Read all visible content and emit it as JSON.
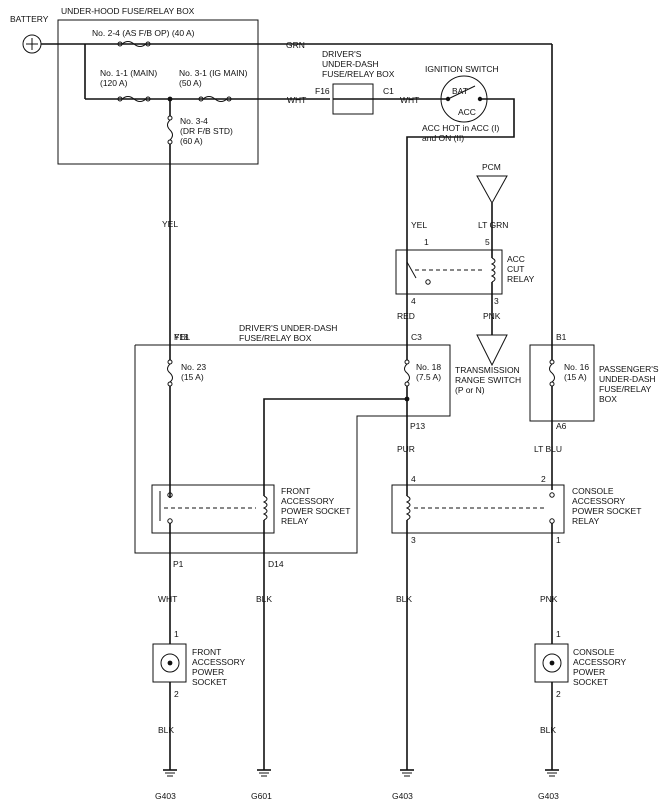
{
  "battery": "BATTERY",
  "underhood_box": "UNDER-HOOD FUSE/RELAY BOX",
  "fuse_24": [
    "No. 2-4 (AS F/B OP) (40 A)"
  ],
  "fuse_11": [
    "No. 1-1 (MAIN)",
    "(120 A)"
  ],
  "fuse_31": [
    "No. 3-1 (IG MAIN)",
    "(50 A)"
  ],
  "fuse_34": [
    "No. 3-4",
    "(DR F/B STD)",
    "(60 A)"
  ],
  "drv_box_top": [
    "DRIVER'S",
    "UNDER-DASH",
    "FUSE/RELAY BOX"
  ],
  "ign_switch": "IGNITION SWITCH",
  "bat": "BAT",
  "acc": "ACC",
  "acc_hot": [
    "ACC HOT in ACC (I)",
    "and ON (II)"
  ],
  "pcm": "PCM",
  "acc_relay": [
    "ACC",
    "CUT",
    "RELAY"
  ],
  "drv_box_mid": [
    "DRIVER'S UNDER-DASH",
    "FUSE/RELAY BOX"
  ],
  "fuse_23": [
    "No. 23",
    "(15 A)"
  ],
  "fuse_18": [
    "No. 18",
    "(7.5 A)"
  ],
  "fuse_16": [
    "No. 16",
    "(15 A)"
  ],
  "trans_switch": [
    "TRANSMISSION",
    "RANGE SWITCH",
    "(P or N)"
  ],
  "pass_box": [
    "PASSENGER'S",
    "UNDER-DASH",
    "FUSE/RELAY",
    "BOX"
  ],
  "front_relay": [
    "FRONT",
    "ACCESSORY",
    "POWER SOCKET",
    "RELAY"
  ],
  "console_relay": [
    "CONSOLE",
    "ACCESSORY",
    "POWER SOCKET",
    "RELAY"
  ],
  "front_socket": [
    "FRONT",
    "ACCESSORY",
    "POWER",
    "SOCKET"
  ],
  "console_socket": [
    "CONSOLE",
    "ACCESSORY",
    "POWER",
    "SOCKET"
  ],
  "wires": {
    "grn": "GRN",
    "wht1": "WHT",
    "wht2": "WHT",
    "yel1": "YEL",
    "yel2": "YEL",
    "ltgrn": "LT GRN",
    "red": "RED",
    "pnk1": "PNK",
    "pur": "PUR",
    "ltblu": "LT BLU",
    "wht3": "WHT",
    "blk1": "BLK",
    "blk2": "BLK",
    "pnk2": "PNK",
    "blk3": "BLK",
    "blk4": "BLK"
  },
  "connectors": {
    "f16": "F16",
    "c1": "C1",
    "f18": "F18",
    "c3": "C3",
    "b1": "B1",
    "p13": "P13",
    "a6": "A6",
    "p1": "P1",
    "d14": "D14"
  },
  "pins": {
    "r1": "1",
    "r5": "5",
    "r4": "4",
    "r3": "3",
    "cr4": "4",
    "cr2": "2",
    "cr3": "3",
    "cr1": "1",
    "fs1": "1",
    "fs2": "2",
    "cs1": "1",
    "cs2": "2"
  },
  "grounds": {
    "g1": "G403",
    "g2": "G601",
    "g3": "G403",
    "g4": "G403"
  }
}
